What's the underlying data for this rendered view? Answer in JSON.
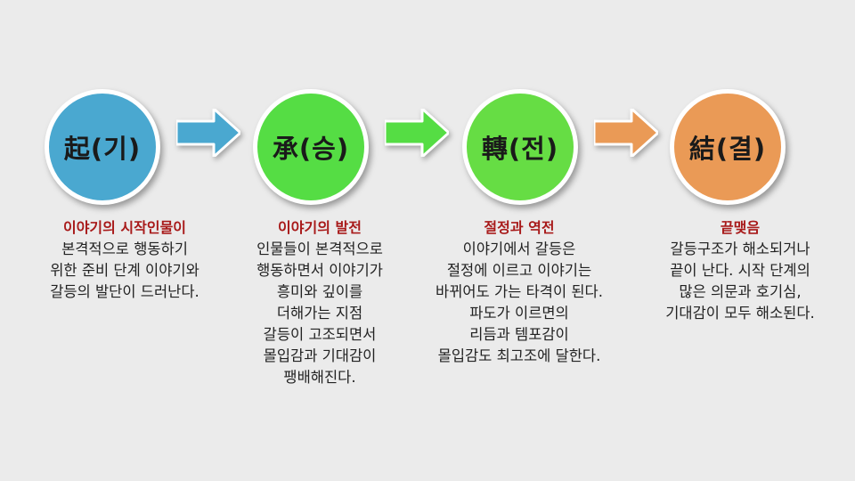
{
  "stages": [
    {
      "label": "起(기)",
      "color": "#4aa8d0",
      "heading": "이야기의 시작인물이",
      "lines": [
        "본격적으로  행동하기",
        "위한 준비 단계  이야기와",
        "갈등의 발단이  드러난다."
      ]
    },
    {
      "label": "承(승)",
      "color": "#55dd44",
      "heading": "이야기의 발전",
      "lines": [
        "인물들이 본격적으로",
        "행동하면서 이야기가",
        "흥미와 깊이를",
        "더해가는 지점",
        "갈등이 고조되면서",
        "몰입감과 기대감이",
        "팽배해진다."
      ]
    },
    {
      "label": "轉(전)",
      "color": "#66dd44",
      "heading": "절정과 역전",
      "lines": [
        "이야기에서 갈등은",
        "절정에 이르고 이야기는",
        "바뀌어도 가는 타격이 된다.",
        "파도가 이르면의",
        "리듬과 템포감이",
        "몰입감도 최고조에 달한다."
      ]
    },
    {
      "label": "結(결)",
      "color": "#ea9a56",
      "heading": "끝맺음",
      "lines": [
        "갈등구조가 해소되거나",
        "끝이 난다. 시작 단계의",
        "많은 의문과 호기심,",
        "기대감이 모두 해소된다."
      ]
    }
  ],
  "arrows": [
    {
      "color": "#4aa8d0"
    },
    {
      "color": "#55dd44"
    },
    {
      "color": "#ea9a56"
    }
  ]
}
